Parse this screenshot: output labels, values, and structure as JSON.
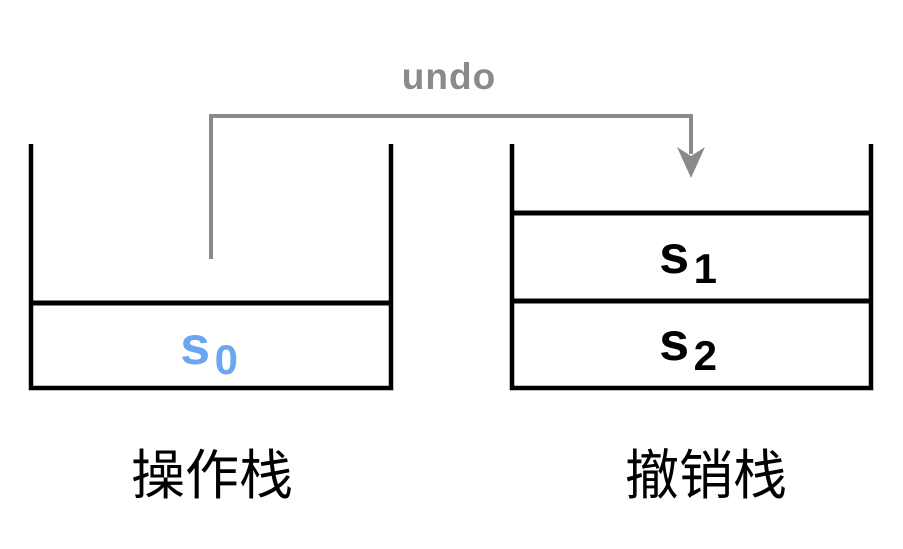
{
  "colors": {
    "background": "#ffffff",
    "stack_outline": "#000000",
    "arrow": "#8a8a8a",
    "active_item": "#6ba7f0",
    "item_text": "#000000",
    "label_text": "#000000"
  },
  "undo_arrow": {
    "label": "undo"
  },
  "operation_stack": {
    "label": "操作栈",
    "items": [
      {
        "base": "s",
        "sub": "0"
      }
    ]
  },
  "undo_stack": {
    "label": "撤销栈",
    "items": [
      {
        "base": "s",
        "sub": "1"
      },
      {
        "base": "s",
        "sub": "2"
      }
    ]
  }
}
